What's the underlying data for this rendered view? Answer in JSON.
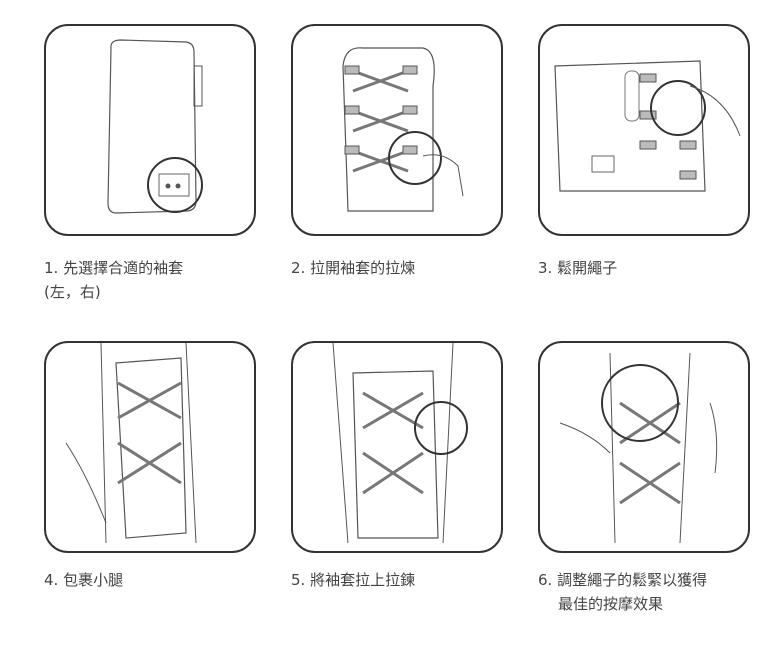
{
  "steps": [
    {
      "number": "1.",
      "text": "先選擇合適的袖套",
      "text2": "(左，右)"
    },
    {
      "number": "2.",
      "text": "拉開袖套的拉煉"
    },
    {
      "number": "3.",
      "text": "鬆開繩子"
    },
    {
      "number": "4.",
      "text": "包裹小腿"
    },
    {
      "number": "5.",
      "text": "將袖套拉上拉鍊"
    },
    {
      "number": "6.",
      "text": "調整繩子的鬆緊以獲得",
      "text2": "最佳的按摩效果"
    }
  ]
}
